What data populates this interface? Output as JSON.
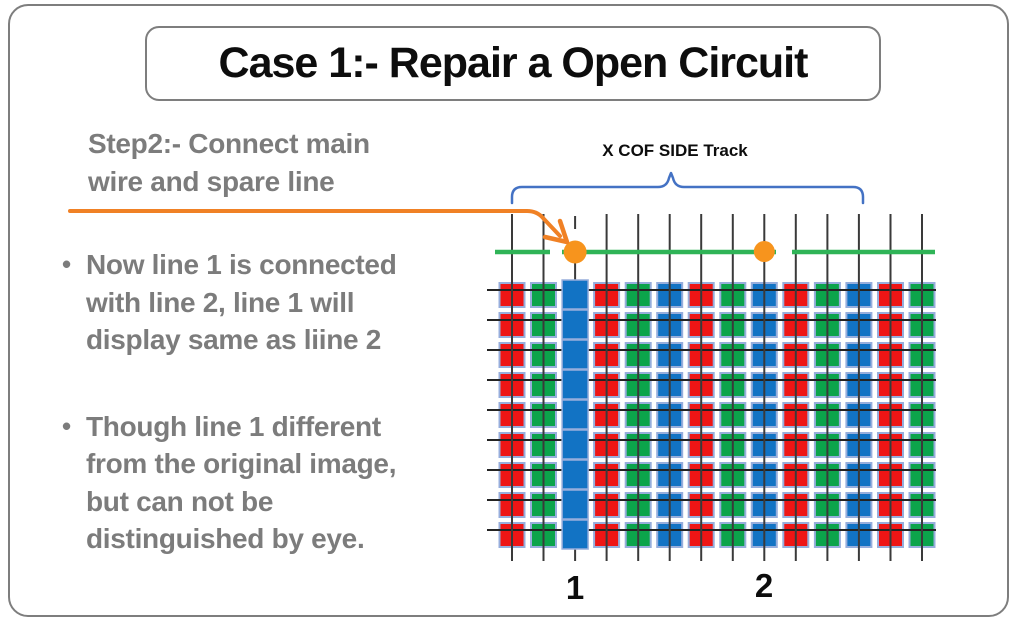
{
  "title": "Case 1:- Repair a Open Circuit",
  "step": {
    "text": "Step2:- Connect main\nwire and spare line"
  },
  "bullet_char": "•",
  "bullets": [
    "Now line 1 is connected\nwith line 2, line 1 will\ndisplay same as liine 2",
    "Though line 1 different\nfrom the original image,\nbut can not be\ndistinguished by eye."
  ],
  "diagram": {
    "track_label": "X COF SIDE Track",
    "line1_label": "1",
    "line2_label": "2",
    "line1_column": 3,
    "line2_column": 9,
    "grid": {
      "columns": 14,
      "rows": 9,
      "color_pattern": [
        "red",
        "green",
        "blue"
      ]
    }
  },
  "colors": {
    "red": "#EE1515",
    "green": "#0CA44B",
    "blue": "#1273C4",
    "cell_border": "#97AEDC",
    "spare_line": "#2FB457",
    "orange": "#F7941D",
    "arrow_orange": "#F08125",
    "brace_blue": "#4472C4",
    "v_line": "#3A3A3A",
    "h_line": "#232323",
    "text_gray": "#7C7C7C",
    "frame_gray": "#7E7E7E",
    "title_black": "#0D0D0D"
  }
}
